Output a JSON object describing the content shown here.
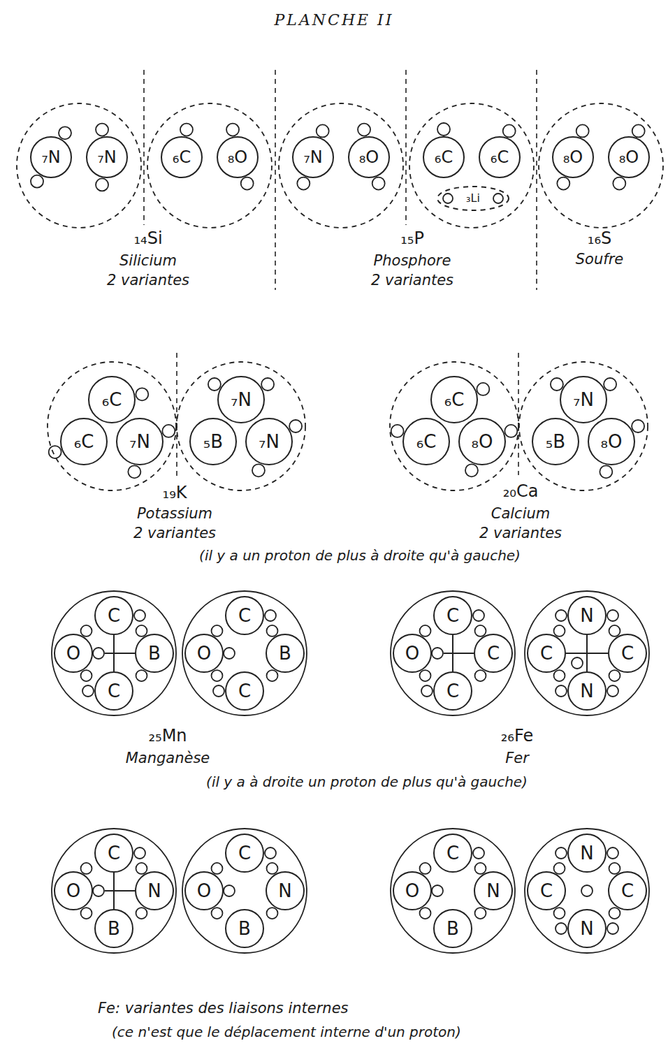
{
  "diagram": {
    "title": "PLANCHE II",
    "nodes": [
      {
        "text": []
      },
      {
        "text": [
          "₇N"
        ],
        "in": 0
      },
      {
        "text": [
          "₇N"
        ],
        "in": 0
      },
      {
        "text": []
      },
      {
        "text": [
          "₆C"
        ],
        "in": 3
      },
      {
        "text": [
          "₈O"
        ],
        "in": 3
      },
      {
        "text": []
      },
      {
        "text": [
          "₇N"
        ],
        "in": 6
      },
      {
        "text": [
          "₈O"
        ],
        "in": 6
      },
      {
        "text": []
      },
      {
        "text": [
          "₆C"
        ],
        "in": 9
      },
      {
        "text": [
          "₆C"
        ],
        "in": 9
      },
      {
        "text": [
          "₃Li"
        ],
        "in": 9
      },
      {
        "text": []
      },
      {
        "text": [
          "₈O"
        ],
        "in": 13
      },
      {
        "text": [
          "₈O"
        ],
        "in": 13
      },
      {
        "text": []
      },
      {
        "text": [
          "₆C"
        ],
        "in": 16
      },
      {
        "text": [
          "₆C"
        ],
        "in": 16
      },
      {
        "text": [
          "₇N"
        ],
        "in": 16
      },
      {
        "text": []
      },
      {
        "text": [
          "₇N"
        ],
        "in": 20
      },
      {
        "text": [
          "₅B"
        ],
        "in": 20
      },
      {
        "text": [
          "₇N"
        ],
        "in": 20
      },
      {
        "text": []
      },
      {
        "text": [
          "₆C"
        ],
        "in": 24
      },
      {
        "text": [
          "₆C"
        ],
        "in": 24
      },
      {
        "text": [
          "₈O"
        ],
        "in": 24
      },
      {
        "text": []
      },
      {
        "text": [
          "₇N"
        ],
        "in": 28
      },
      {
        "text": [
          "₅B"
        ],
        "in": 28
      },
      {
        "text": [
          "₈O"
        ],
        "in": 28
      },
      {
        "text": []
      },
      {
        "text": [
          "C"
        ],
        "in": 32
      },
      {
        "text": [
          "O"
        ],
        "in": 32
      },
      {
        "text": [
          "B"
        ],
        "in": 32
      },
      {
        "text": [
          "C"
        ],
        "in": 32
      },
      {
        "text": []
      },
      {
        "text": [
          "C"
        ],
        "in": 37
      },
      {
        "text": [
          "O"
        ],
        "in": 37
      },
      {
        "text": [
          "B"
        ],
        "in": 37
      },
      {
        "text": [
          "C"
        ],
        "in": 37
      },
      {
        "text": []
      },
      {
        "text": [
          "C"
        ],
        "in": 42
      },
      {
        "text": [
          "O"
        ],
        "in": 42
      },
      {
        "text": [
          "C"
        ],
        "in": 42
      },
      {
        "text": [
          "C"
        ],
        "in": 42
      },
      {
        "text": []
      },
      {
        "text": [
          "N"
        ],
        "in": 47
      },
      {
        "text": [
          "C"
        ],
        "in": 47
      },
      {
        "text": [
          "C"
        ],
        "in": 47
      },
      {
        "text": [
          "N"
        ],
        "in": 47
      },
      {
        "text": []
      },
      {
        "text": [
          "C"
        ],
        "in": 52
      },
      {
        "text": [
          "O"
        ],
        "in": 52
      },
      {
        "text": [
          "N"
        ],
        "in": 52
      },
      {
        "text": [
          "B"
        ],
        "in": 52
      },
      {
        "text": []
      },
      {
        "text": [
          "C"
        ],
        "in": 57
      },
      {
        "text": [
          "O"
        ],
        "in": 57
      },
      {
        "text": [
          "N"
        ],
        "in": 57
      },
      {
        "text": [
          "B"
        ],
        "in": 57
      },
      {
        "text": []
      },
      {
        "text": [
          "C"
        ],
        "in": 62
      },
      {
        "text": [
          "O"
        ],
        "in": 62
      },
      {
        "text": [
          "N"
        ],
        "in": 62
      },
      {
        "text": [
          "B"
        ],
        "in": 62
      },
      {
        "text": []
      },
      {
        "text": [
          "N"
        ],
        "in": 67
      },
      {
        "text": [
          "C"
        ],
        "in": 67
      },
      {
        "text": [
          "C"
        ],
        "in": 67
      },
      {
        "text": [
          "N"
        ],
        "in": 67
      }
    ],
    "edges": [
      {
        "from": 33,
        "to": 36,
        "arrow": "none"
      },
      {
        "from": 43,
        "to": 46,
        "arrow": "none"
      },
      {
        "from": 48,
        "to": 51,
        "arrow": "none"
      },
      {
        "from": 49,
        "to": 50,
        "arrow": "none"
      },
      {
        "from": 53,
        "to": 56,
        "arrow": "none"
      }
    ],
    "labels": [
      "₁₄Si",
      "Silicium",
      "2 variantes",
      "₁₅P",
      "Phosphore",
      "2 variantes",
      "₁₆S",
      "Soufre",
      "₁₉K",
      "Potassium",
      "2 variantes",
      "₂₀Ca",
      "Calcium",
      "2 variantes",
      "(il y a un proton de plus à droite qu'à gauche)",
      "₂₅Mn",
      "Manganèse",
      "₂₆Fe",
      "Fer",
      "(il y a à droite un proton de plus qu'à gauche)",
      "Fe: variantes des liaisons internes",
      "(ce n'est que le déplacement interne d'un proton)"
    ]
  }
}
